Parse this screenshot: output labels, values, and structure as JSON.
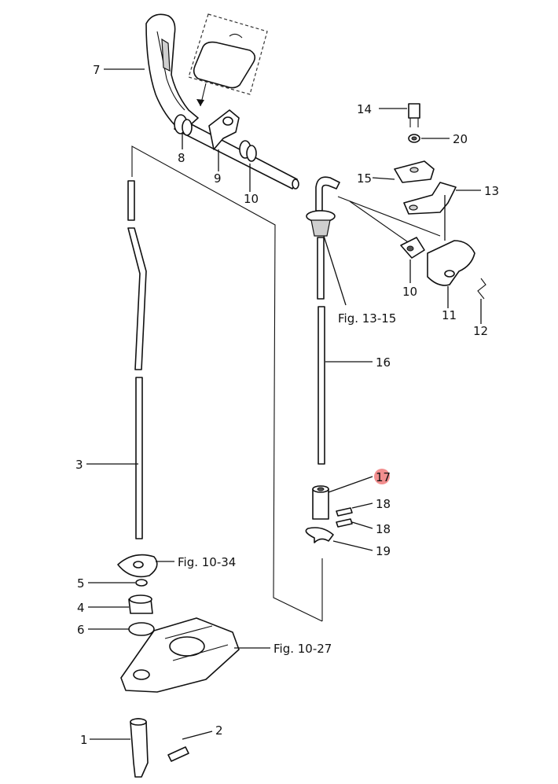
{
  "callouts": {
    "c1": "1",
    "c2": "2",
    "c3": "3",
    "c4": "4",
    "c5": "5",
    "c6": "6",
    "c7": "7",
    "c8": "8",
    "c9": "9",
    "c10a": "10",
    "c10b": "10",
    "c11": "11",
    "c12": "12",
    "c13": "13",
    "c14": "14",
    "c15": "15",
    "c16": "16",
    "c17": "17",
    "c18a": "18",
    "c18b": "18",
    "c19": "19",
    "c20": "20"
  },
  "figure_refs": {
    "fig_13_15": "Fig. 13-15",
    "fig_10_34": "Fig. 10-34",
    "fig_10_27": "Fig. 10-27"
  },
  "highlight": {
    "part": "17",
    "color": "#f07a7a"
  }
}
